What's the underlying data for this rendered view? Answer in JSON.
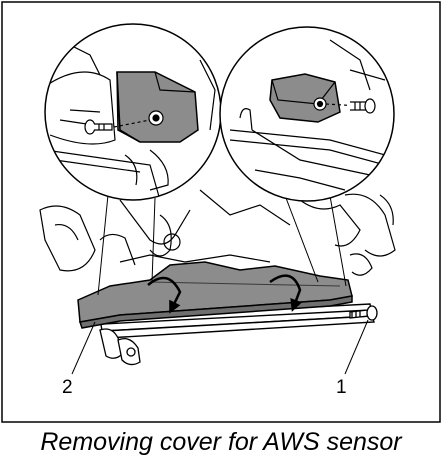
{
  "figure": {
    "callouts": {
      "left": "2",
      "right": "1"
    },
    "caption": "Removing cover for AWS sensor"
  }
}
